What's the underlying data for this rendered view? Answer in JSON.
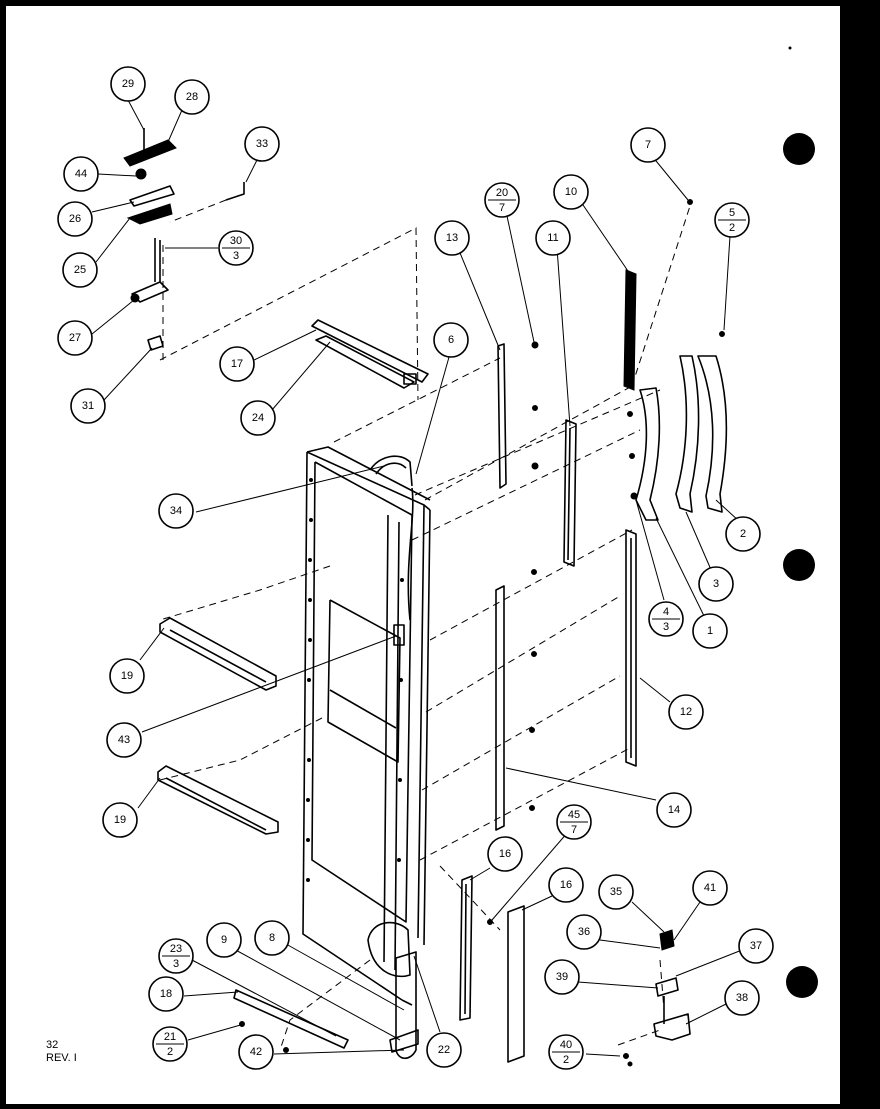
{
  "diagram": {
    "callouts": [
      {
        "id": "c29",
        "label": "29"
      },
      {
        "id": "c28",
        "label": "28"
      },
      {
        "id": "c44",
        "label": "44"
      },
      {
        "id": "c26",
        "label": "26"
      },
      {
        "id": "c25",
        "label": "25"
      },
      {
        "id": "c33",
        "label": "33"
      },
      {
        "id": "c30",
        "label": "30",
        "sub": "3"
      },
      {
        "id": "c27",
        "label": "27"
      },
      {
        "id": "c31",
        "label": "31"
      },
      {
        "id": "c17",
        "label": "17"
      },
      {
        "id": "c24",
        "label": "24"
      },
      {
        "id": "c7",
        "label": "7"
      },
      {
        "id": "c20",
        "label": "20",
        "sub": "7"
      },
      {
        "id": "c13",
        "label": "13"
      },
      {
        "id": "c11",
        "label": "11"
      },
      {
        "id": "c10",
        "label": "10"
      },
      {
        "id": "c5",
        "label": "5",
        "sub": "2"
      },
      {
        "id": "c6",
        "label": "6"
      },
      {
        "id": "c34",
        "label": "34"
      },
      {
        "id": "c2",
        "label": "2"
      },
      {
        "id": "c3",
        "label": "3"
      },
      {
        "id": "c1",
        "label": "1"
      },
      {
        "id": "c4",
        "label": "4",
        "sub": "3"
      },
      {
        "id": "c19a",
        "label": "19"
      },
      {
        "id": "c43",
        "label": "43"
      },
      {
        "id": "c12",
        "label": "12"
      },
      {
        "id": "c14",
        "label": "14"
      },
      {
        "id": "c19b",
        "label": "19"
      },
      {
        "id": "c45",
        "label": "45",
        "sub": "7"
      },
      {
        "id": "c16a",
        "label": "16"
      },
      {
        "id": "c16b",
        "label": "16"
      },
      {
        "id": "c35",
        "label": "35"
      },
      {
        "id": "c41",
        "label": "41"
      },
      {
        "id": "c36",
        "label": "36"
      },
      {
        "id": "c37",
        "label": "37"
      },
      {
        "id": "c39",
        "label": "39"
      },
      {
        "id": "c38",
        "label": "38"
      },
      {
        "id": "c9",
        "label": "9"
      },
      {
        "id": "c8",
        "label": "8"
      },
      {
        "id": "c23",
        "label": "23",
        "sub": "3"
      },
      {
        "id": "c18",
        "label": "18"
      },
      {
        "id": "c21",
        "label": "21",
        "sub": "2"
      },
      {
        "id": "c42",
        "label": "42"
      },
      {
        "id": "c22",
        "label": "22"
      },
      {
        "id": "c40",
        "label": "40",
        "sub": "2"
      }
    ]
  },
  "footer": {
    "page": "32",
    "revision": "REV. I"
  }
}
